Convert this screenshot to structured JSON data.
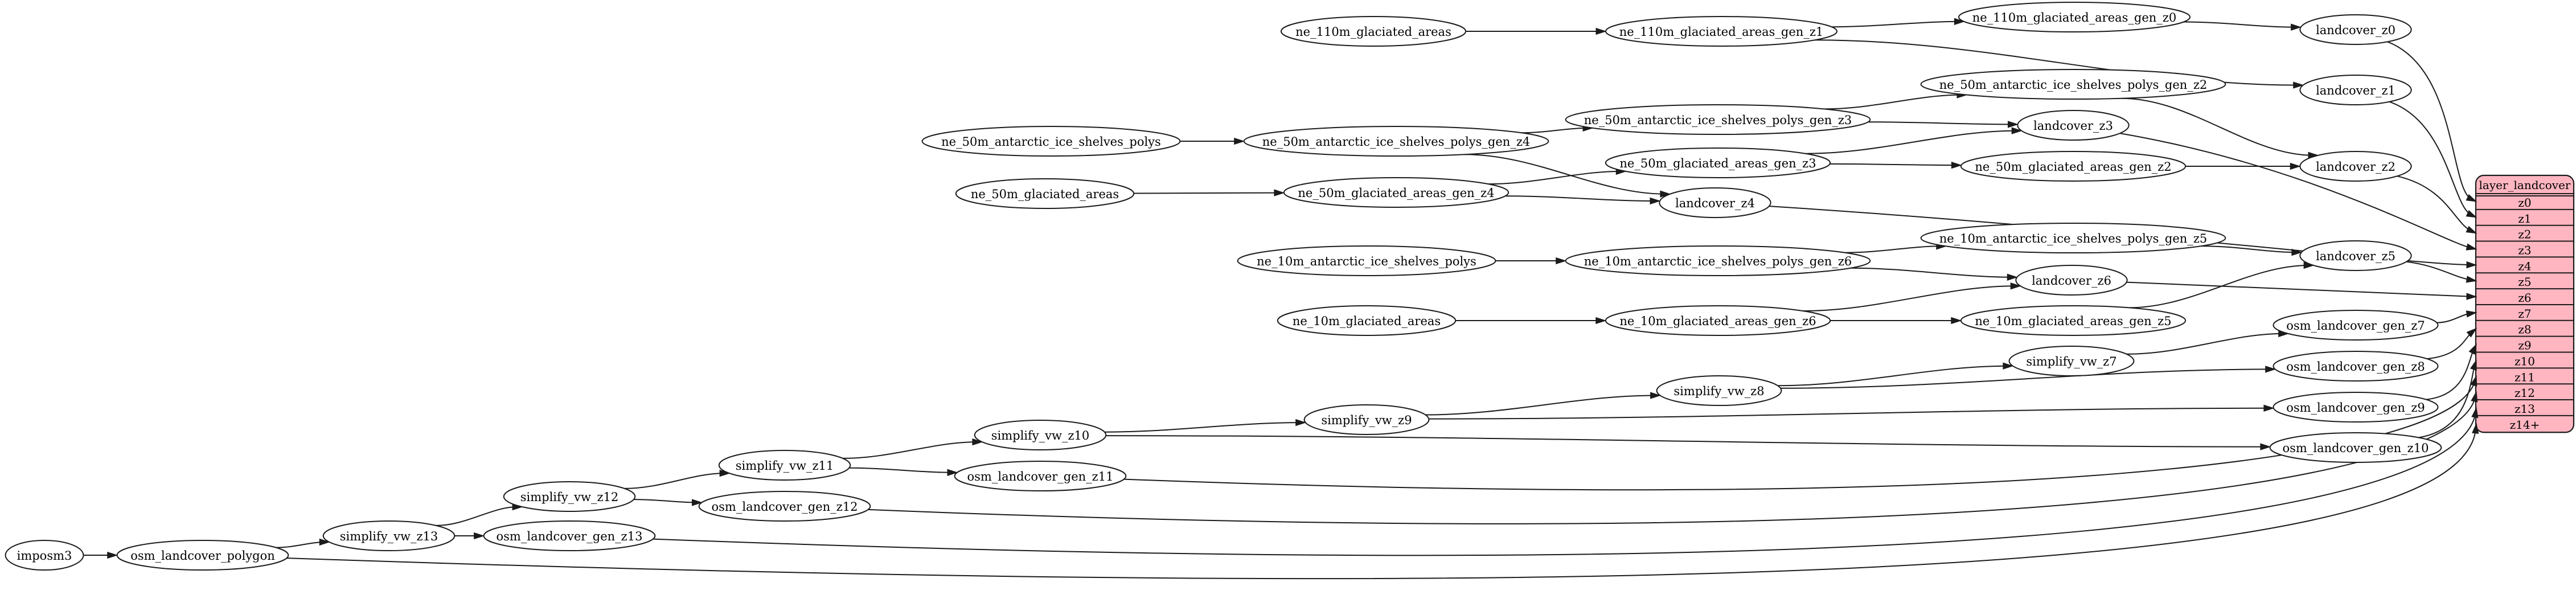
{
  "diagram": {
    "background_color": "#ffffff",
    "edge_color": "#1b1b1b",
    "node_fill": "#ffffff",
    "node_stroke": "#1b1b1b",
    "nodes": [
      {
        "id": "imposm3",
        "label": "imposm3"
      },
      {
        "id": "osm_landcover_polygon",
        "label": "osm_landcover_polygon"
      },
      {
        "id": "simplify_vw_z13",
        "label": "simplify_vw_z13"
      },
      {
        "id": "osm_landcover_gen_z13",
        "label": "osm_landcover_gen_z13"
      },
      {
        "id": "simplify_vw_z12",
        "label": "simplify_vw_z12"
      },
      {
        "id": "osm_landcover_gen_z12",
        "label": "osm_landcover_gen_z12"
      },
      {
        "id": "simplify_vw_z11",
        "label": "simplify_vw_z11"
      },
      {
        "id": "osm_landcover_gen_z11",
        "label": "osm_landcover_gen_z11"
      },
      {
        "id": "simplify_vw_z10",
        "label": "simplify_vw_z10"
      },
      {
        "id": "osm_landcover_gen_z10",
        "label": "osm_landcover_gen_z10"
      },
      {
        "id": "simplify_vw_z9",
        "label": "simplify_vw_z9"
      },
      {
        "id": "osm_landcover_gen_z9",
        "label": "osm_landcover_gen_z9"
      },
      {
        "id": "simplify_vw_z8",
        "label": "simplify_vw_z8"
      },
      {
        "id": "osm_landcover_gen_z8",
        "label": "osm_landcover_gen_z8"
      },
      {
        "id": "simplify_vw_z7",
        "label": "simplify_vw_z7"
      },
      {
        "id": "osm_landcover_gen_z7",
        "label": "osm_landcover_gen_z7"
      },
      {
        "id": "ne_110m_glaciated_areas",
        "label": "ne_110m_glaciated_areas"
      },
      {
        "id": "ne_110m_glaciated_areas_gen_z1",
        "label": "ne_110m_glaciated_areas_gen_z1"
      },
      {
        "id": "ne_110m_glaciated_areas_gen_z0",
        "label": "ne_110m_glaciated_areas_gen_z0"
      },
      {
        "id": "landcover_z0",
        "label": "landcover_z0"
      },
      {
        "id": "landcover_z1",
        "label": "landcover_z1"
      },
      {
        "id": "ne_50m_antarctic_ice_shelves_polys",
        "label": "ne_50m_antarctic_ice_shelves_polys"
      },
      {
        "id": "ne_50m_antarctic_ice_shelves_polys_gen_z4",
        "label": "ne_50m_antarctic_ice_shelves_polys_gen_z4"
      },
      {
        "id": "ne_50m_antarctic_ice_shelves_polys_gen_z3",
        "label": "ne_50m_antarctic_ice_shelves_polys_gen_z3"
      },
      {
        "id": "ne_50m_antarctic_ice_shelves_polys_gen_z2",
        "label": "ne_50m_antarctic_ice_shelves_polys_gen_z2"
      },
      {
        "id": "ne_50m_glaciated_areas",
        "label": "ne_50m_glaciated_areas"
      },
      {
        "id": "ne_50m_glaciated_areas_gen_z4",
        "label": "ne_50m_glaciated_areas_gen_z4"
      },
      {
        "id": "ne_50m_glaciated_areas_gen_z3",
        "label": "ne_50m_glaciated_areas_gen_z3"
      },
      {
        "id": "ne_50m_glaciated_areas_gen_z2",
        "label": "ne_50m_glaciated_areas_gen_z2"
      },
      {
        "id": "landcover_z2",
        "label": "landcover_z2"
      },
      {
        "id": "landcover_z3",
        "label": "landcover_z3"
      },
      {
        "id": "landcover_z4",
        "label": "landcover_z4"
      },
      {
        "id": "ne_10m_antarctic_ice_shelves_polys",
        "label": "ne_10m_antarctic_ice_shelves_polys"
      },
      {
        "id": "ne_10m_antarctic_ice_shelves_polys_gen_z6",
        "label": "ne_10m_antarctic_ice_shelves_polys_gen_z6"
      },
      {
        "id": "ne_10m_antarctic_ice_shelves_polys_gen_z5",
        "label": "ne_10m_antarctic_ice_shelves_polys_gen_z5"
      },
      {
        "id": "ne_10m_glaciated_areas",
        "label": "ne_10m_glaciated_areas"
      },
      {
        "id": "ne_10m_glaciated_areas_gen_z6",
        "label": "ne_10m_glaciated_areas_gen_z6"
      },
      {
        "id": "ne_10m_glaciated_areas_gen_z5",
        "label": "ne_10m_glaciated_areas_gen_z5"
      },
      {
        "id": "landcover_z5",
        "label": "landcover_z5"
      },
      {
        "id": "landcover_z6",
        "label": "landcover_z6"
      }
    ],
    "edges": [
      {
        "from": "imposm3",
        "to": "osm_landcover_polygon"
      },
      {
        "from": "osm_landcover_polygon",
        "to": "simplify_vw_z13"
      },
      {
        "from": "osm_landcover_polygon",
        "to": "layer_landcover:z14+"
      },
      {
        "from": "simplify_vw_z13",
        "to": "simplify_vw_z12"
      },
      {
        "from": "simplify_vw_z13",
        "to": "osm_landcover_gen_z13"
      },
      {
        "from": "osm_landcover_gen_z13",
        "to": "layer_landcover:z13"
      },
      {
        "from": "simplify_vw_z12",
        "to": "simplify_vw_z11"
      },
      {
        "from": "simplify_vw_z12",
        "to": "osm_landcover_gen_z12"
      },
      {
        "from": "osm_landcover_gen_z12",
        "to": "layer_landcover:z12"
      },
      {
        "from": "simplify_vw_z11",
        "to": "simplify_vw_z10"
      },
      {
        "from": "simplify_vw_z11",
        "to": "osm_landcover_gen_z11"
      },
      {
        "from": "osm_landcover_gen_z11",
        "to": "layer_landcover:z11"
      },
      {
        "from": "simplify_vw_z10",
        "to": "simplify_vw_z9"
      },
      {
        "from": "simplify_vw_z10",
        "to": "osm_landcover_gen_z10"
      },
      {
        "from": "osm_landcover_gen_z10",
        "to": "layer_landcover:z10"
      },
      {
        "from": "simplify_vw_z9",
        "to": "simplify_vw_z8"
      },
      {
        "from": "simplify_vw_z9",
        "to": "osm_landcover_gen_z9"
      },
      {
        "from": "osm_landcover_gen_z9",
        "to": "layer_landcover:z9"
      },
      {
        "from": "simplify_vw_z8",
        "to": "simplify_vw_z7"
      },
      {
        "from": "simplify_vw_z8",
        "to": "osm_landcover_gen_z8"
      },
      {
        "from": "osm_landcover_gen_z8",
        "to": "layer_landcover:z8"
      },
      {
        "from": "simplify_vw_z7",
        "to": "osm_landcover_gen_z7"
      },
      {
        "from": "osm_landcover_gen_z7",
        "to": "layer_landcover:z7"
      },
      {
        "from": "ne_110m_glaciated_areas",
        "to": "ne_110m_glaciated_areas_gen_z1"
      },
      {
        "from": "ne_110m_glaciated_areas_gen_z1",
        "to": "ne_110m_glaciated_areas_gen_z0"
      },
      {
        "from": "ne_110m_glaciated_areas_gen_z1",
        "to": "landcover_z1"
      },
      {
        "from": "ne_110m_glaciated_areas_gen_z0",
        "to": "landcover_z0"
      },
      {
        "from": "landcover_z0",
        "to": "layer_landcover:z0"
      },
      {
        "from": "landcover_z1",
        "to": "layer_landcover:z1"
      },
      {
        "from": "ne_50m_antarctic_ice_shelves_polys",
        "to": "ne_50m_antarctic_ice_shelves_polys_gen_z4"
      },
      {
        "from": "ne_50m_antarctic_ice_shelves_polys_gen_z4",
        "to": "ne_50m_antarctic_ice_shelves_polys_gen_z3"
      },
      {
        "from": "ne_50m_antarctic_ice_shelves_polys_gen_z4",
        "to": "landcover_z4"
      },
      {
        "from": "ne_50m_antarctic_ice_shelves_polys_gen_z3",
        "to": "ne_50m_antarctic_ice_shelves_polys_gen_z2"
      },
      {
        "from": "ne_50m_antarctic_ice_shelves_polys_gen_z3",
        "to": "landcover_z3"
      },
      {
        "from": "ne_50m_antarctic_ice_shelves_polys_gen_z2",
        "to": "landcover_z2"
      },
      {
        "from": "ne_50m_glaciated_areas",
        "to": "ne_50m_glaciated_areas_gen_z4"
      },
      {
        "from": "ne_50m_glaciated_areas_gen_z4",
        "to": "ne_50m_glaciated_areas_gen_z3"
      },
      {
        "from": "ne_50m_glaciated_areas_gen_z4",
        "to": "landcover_z4"
      },
      {
        "from": "ne_50m_glaciated_areas_gen_z3",
        "to": "ne_50m_glaciated_areas_gen_z2"
      },
      {
        "from": "ne_50m_glaciated_areas_gen_z3",
        "to": "landcover_z3"
      },
      {
        "from": "ne_50m_glaciated_areas_gen_z2",
        "to": "landcover_z2"
      },
      {
        "from": "landcover_z2",
        "to": "layer_landcover:z2"
      },
      {
        "from": "landcover_z3",
        "to": "layer_landcover:z3"
      },
      {
        "from": "landcover_z4",
        "to": "layer_landcover:z4"
      },
      {
        "from": "ne_10m_antarctic_ice_shelves_polys",
        "to": "ne_10m_antarctic_ice_shelves_polys_gen_z6"
      },
      {
        "from": "ne_10m_antarctic_ice_shelves_polys_gen_z6",
        "to": "ne_10m_antarctic_ice_shelves_polys_gen_z5"
      },
      {
        "from": "ne_10m_antarctic_ice_shelves_polys_gen_z6",
        "to": "landcover_z6"
      },
      {
        "from": "ne_10m_antarctic_ice_shelves_polys_gen_z5",
        "to": "landcover_z5"
      },
      {
        "from": "ne_10m_glaciated_areas",
        "to": "ne_10m_glaciated_areas_gen_z6"
      },
      {
        "from": "ne_10m_glaciated_areas_gen_z6",
        "to": "ne_10m_glaciated_areas_gen_z5"
      },
      {
        "from": "ne_10m_glaciated_areas_gen_z6",
        "to": "landcover_z6"
      },
      {
        "from": "ne_10m_glaciated_areas_gen_z5",
        "to": "landcover_z5"
      },
      {
        "from": "landcover_z5",
        "to": "layer_landcover:z5"
      },
      {
        "from": "landcover_z6",
        "to": "layer_landcover:z6"
      }
    ],
    "table": {
      "title": "layer_landcover",
      "rows": [
        "z0",
        "z1",
        "z2",
        "z3",
        "z4",
        "z5",
        "z6",
        "z7",
        "z8",
        "z9",
        "z10",
        "z11",
        "z12",
        "z13",
        "z14+"
      ],
      "fill": "#ffb6c1",
      "stroke": "#1b1b1b",
      "text_color": "#000000"
    }
  }
}
